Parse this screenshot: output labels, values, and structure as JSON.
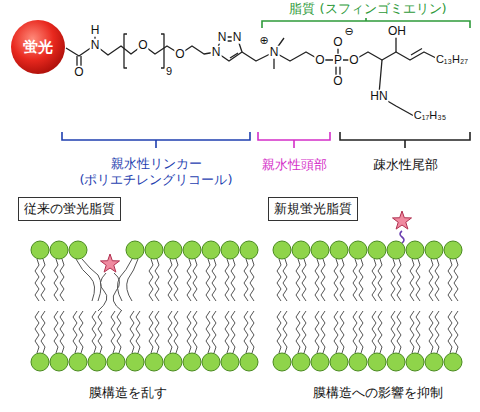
{
  "diagram": {
    "nodes": [
      {
        "text": [
          "蛍光"
        ]
      },
      {
        "text": [
          "従来の蛍光脂質"
        ]
      },
      {
        "text": [
          "新規蛍光脂質"
        ]
      }
    ],
    "labels": [
      "脂質 (スフィンゴミエリン)",
      "O",
      "H",
      "N",
      "O",
      "9",
      "O",
      "N",
      "N",
      "N",
      "⊕",
      "N",
      "O",
      "⊖",
      "O",
      "P",
      "O",
      "O",
      "OH",
      "C₁₃H₂₇",
      "HN",
      "C₁₇H₃₅",
      "親水性リンカー (ポリエチレングリコール)",
      "親水性頭部",
      "疎水性尾部",
      "膜構造を乱す",
      "膜構造への影響を抑制"
    ]
  }
}
